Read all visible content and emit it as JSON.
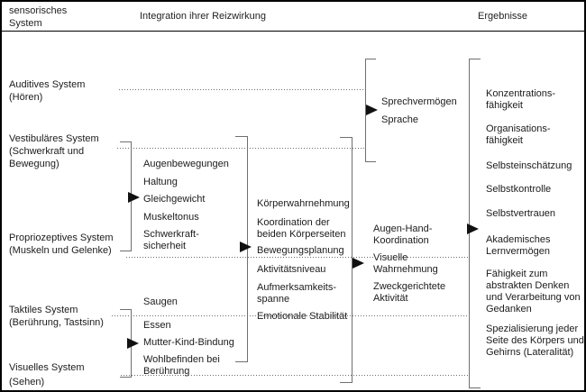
{
  "header": {
    "column1_line1": "sensorisches",
    "column1_line2": "System",
    "column2": "Integration ihrer Reizwirkung",
    "column3": "Ergebnisse"
  },
  "systems": {
    "auditory": [
      "Auditives System",
      "(Hören)"
    ],
    "vestibular": [
      "Vestibuläres System",
      "(Schwerkraft und",
      "Bewegung)"
    ],
    "proprioceptive": [
      "Propriozeptives System",
      "(Muskeln und Gelenke)"
    ],
    "tactile": [
      "Taktiles System",
      "(Berührung, Tastsinn)"
    ],
    "visual": [
      "Visuelles System",
      "(Sehen)"
    ]
  },
  "level1": {
    "vestibular_outcomes": [
      "Augenbewegungen",
      "Haltung",
      "Gleichgewicht",
      "Muskeltonus",
      "Schwerkraft-",
      "sicherheit"
    ],
    "tactile_outcomes": [
      "Saugen",
      "Essen",
      "Mutter-Kind-Bindung",
      "Wohlbefinden bei",
      "Berührung"
    ]
  },
  "level2": {
    "outcomes": [
      "Körperwahrnehmung",
      "Koordination der",
      "beiden Körperseiten",
      "Bewegungsplanung",
      "Aktivitätsniveau",
      "Aufmerksamkeits-",
      "spanne",
      "Emotionale Stabilität"
    ]
  },
  "level3": {
    "speech_outcomes": [
      "Sprechvermögen",
      "Sprache"
    ],
    "visual_outcomes": [
      "Augen-Hand-",
      "Koordination",
      "Visuelle",
      "Wahrnehmung",
      "Zweckgerichtete",
      "Aktivität"
    ]
  },
  "results": {
    "outcomes": [
      "Konzentrations-",
      "fähigkeit",
      "Organisations-",
      "fähigkeit",
      "Selbsteinschätzung",
      "Selbstkontrolle",
      "Selbstvertrauen",
      "Akademisches",
      "Lernvermögen",
      "Fähigkeit zum",
      "abstrakten Denken",
      "und Verarbeitung von",
      "Gedanken",
      "Spezialisierung jeder",
      "Seite des Körpers und",
      "Gehirns (Lateralität)"
    ]
  },
  "icons": {
    "arrow": "right-filled-triangle",
    "connector": "dotted-leader-line",
    "grouping": "square-bracket"
  },
  "colors": {
    "background": "#ffffff",
    "border": "#000000",
    "text": "#1b1b1b",
    "bracket": "#6f6f6f",
    "dotted_line": "#6e6e6e",
    "arrow": "#111111"
  }
}
